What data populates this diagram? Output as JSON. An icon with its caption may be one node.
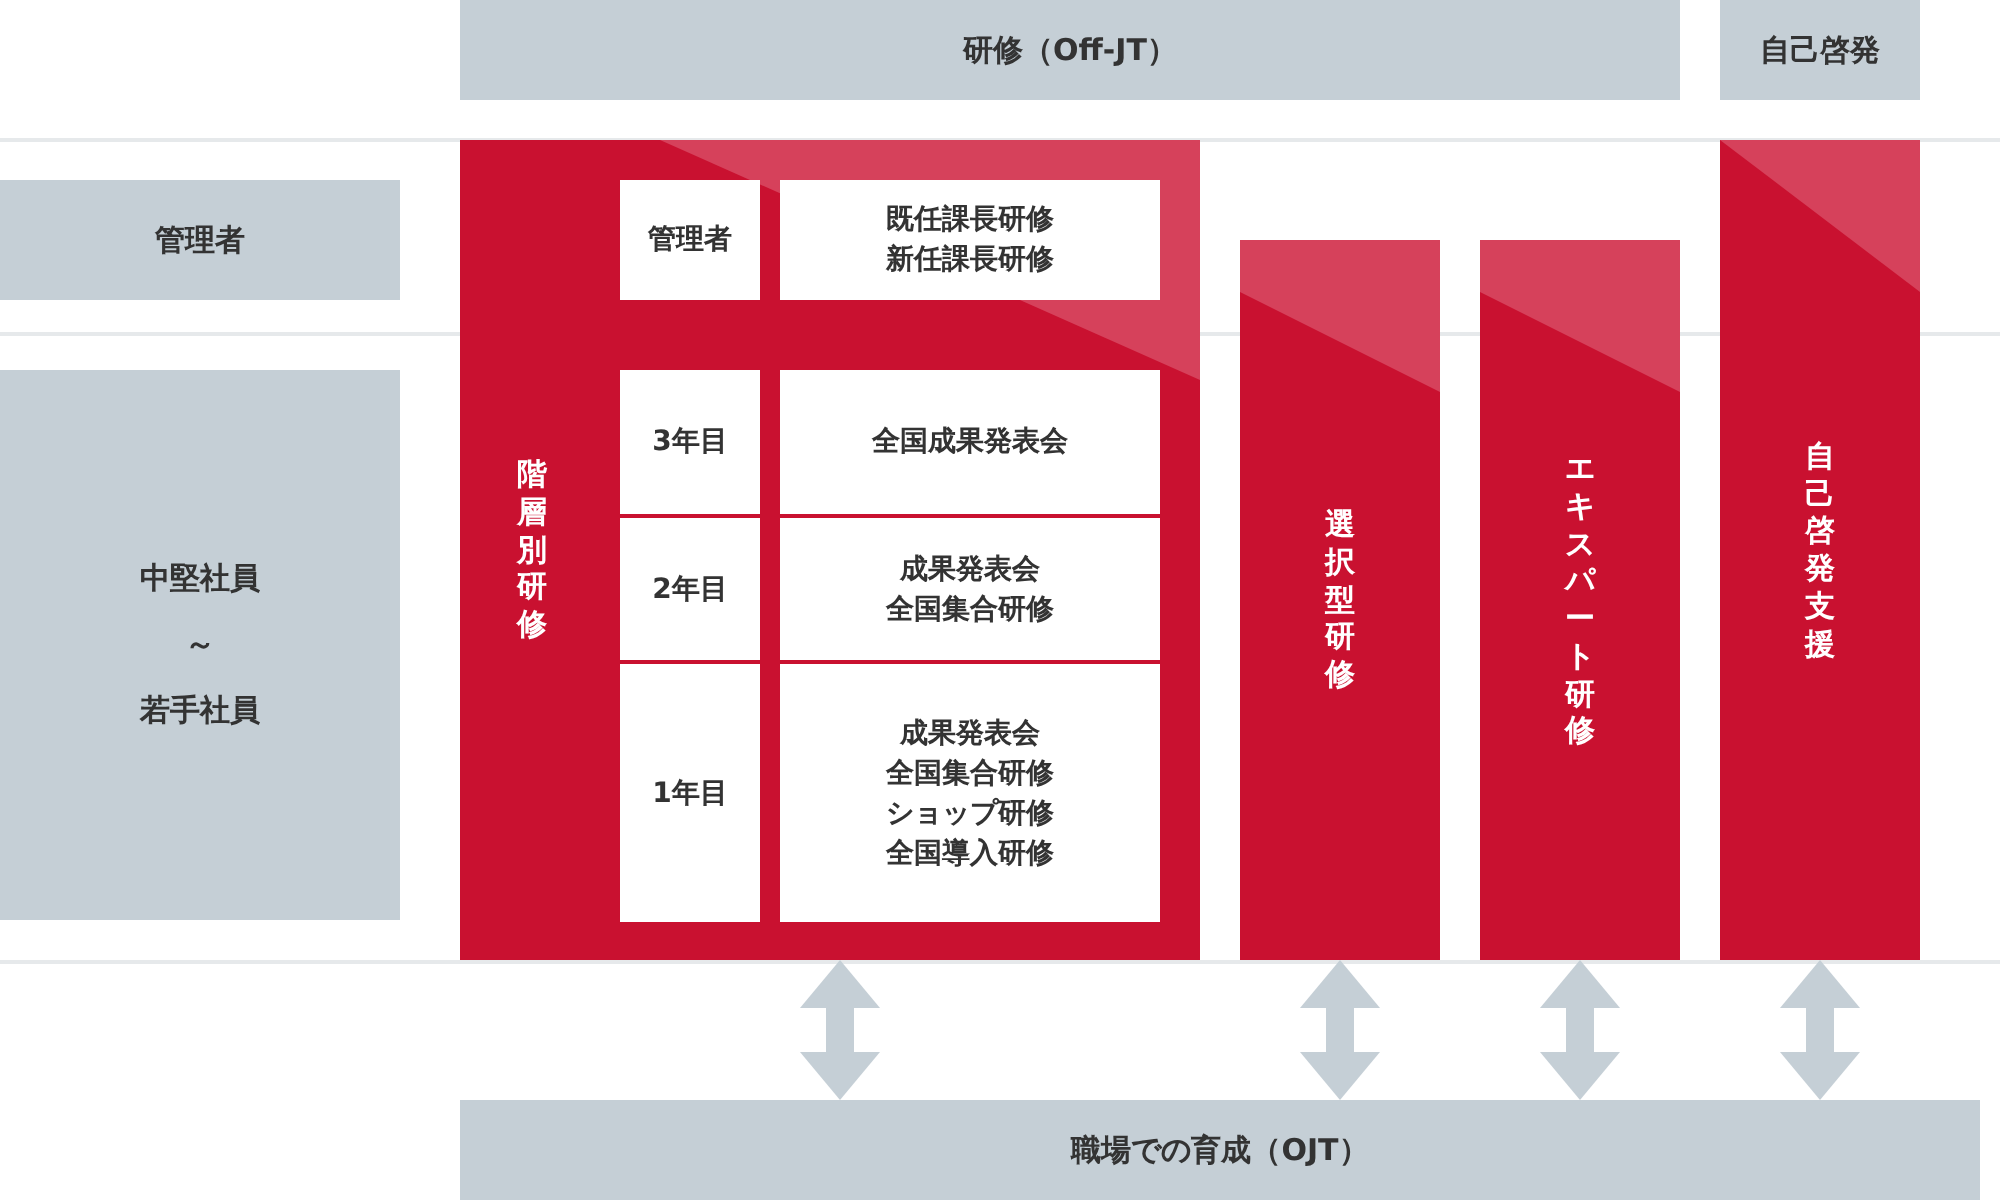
{
  "diagram": {
    "nodes": [
      {
        "text": [
          "研修（Off-JT）"
        ]
      },
      {
        "text": [
          "自己啓発"
        ]
      },
      {
        "text": [
          "管理者"
        ]
      },
      {
        "text": [
          "中堅社員",
          "～",
          "若手社員"
        ]
      },
      {
        "text": [
          "階層別研修"
        ]
      },
      {
        "text": [
          "管理者"
        ],
        "in": 4
      },
      {
        "text": [
          "既任課長研修",
          "新任課長研修"
        ],
        "in": 4
      },
      {
        "text": [
          "3年目"
        ],
        "in": 4
      },
      {
        "text": [
          "全国成果発表会"
        ],
        "in": 4
      },
      {
        "text": [
          "2年目"
        ],
        "in": 4
      },
      {
        "text": [
          "成果発表会",
          "全国集合研修"
        ],
        "in": 4
      },
      {
        "text": [
          "1年目"
        ],
        "in": 4
      },
      {
        "text": [
          "成果発表会",
          "全国集合研修",
          "ショップ研修",
          "全国導入研修"
        ],
        "in": 4
      },
      {
        "text": [
          "選択型研修"
        ]
      },
      {
        "text": [
          "エキスパート研修"
        ]
      },
      {
        "text": [
          "自己啓発支援"
        ]
      },
      {
        "text": [
          "職場での育成（OJT）"
        ]
      }
    ],
    "edges": [
      {
        "from": 4,
        "to": 16,
        "arrow": "both"
      },
      {
        "from": 13,
        "to": 16,
        "arrow": "both"
      },
      {
        "from": 14,
        "to": 16,
        "arrow": "both"
      },
      {
        "from": 15,
        "to": 16,
        "arrow": "both"
      }
    ]
  }
}
